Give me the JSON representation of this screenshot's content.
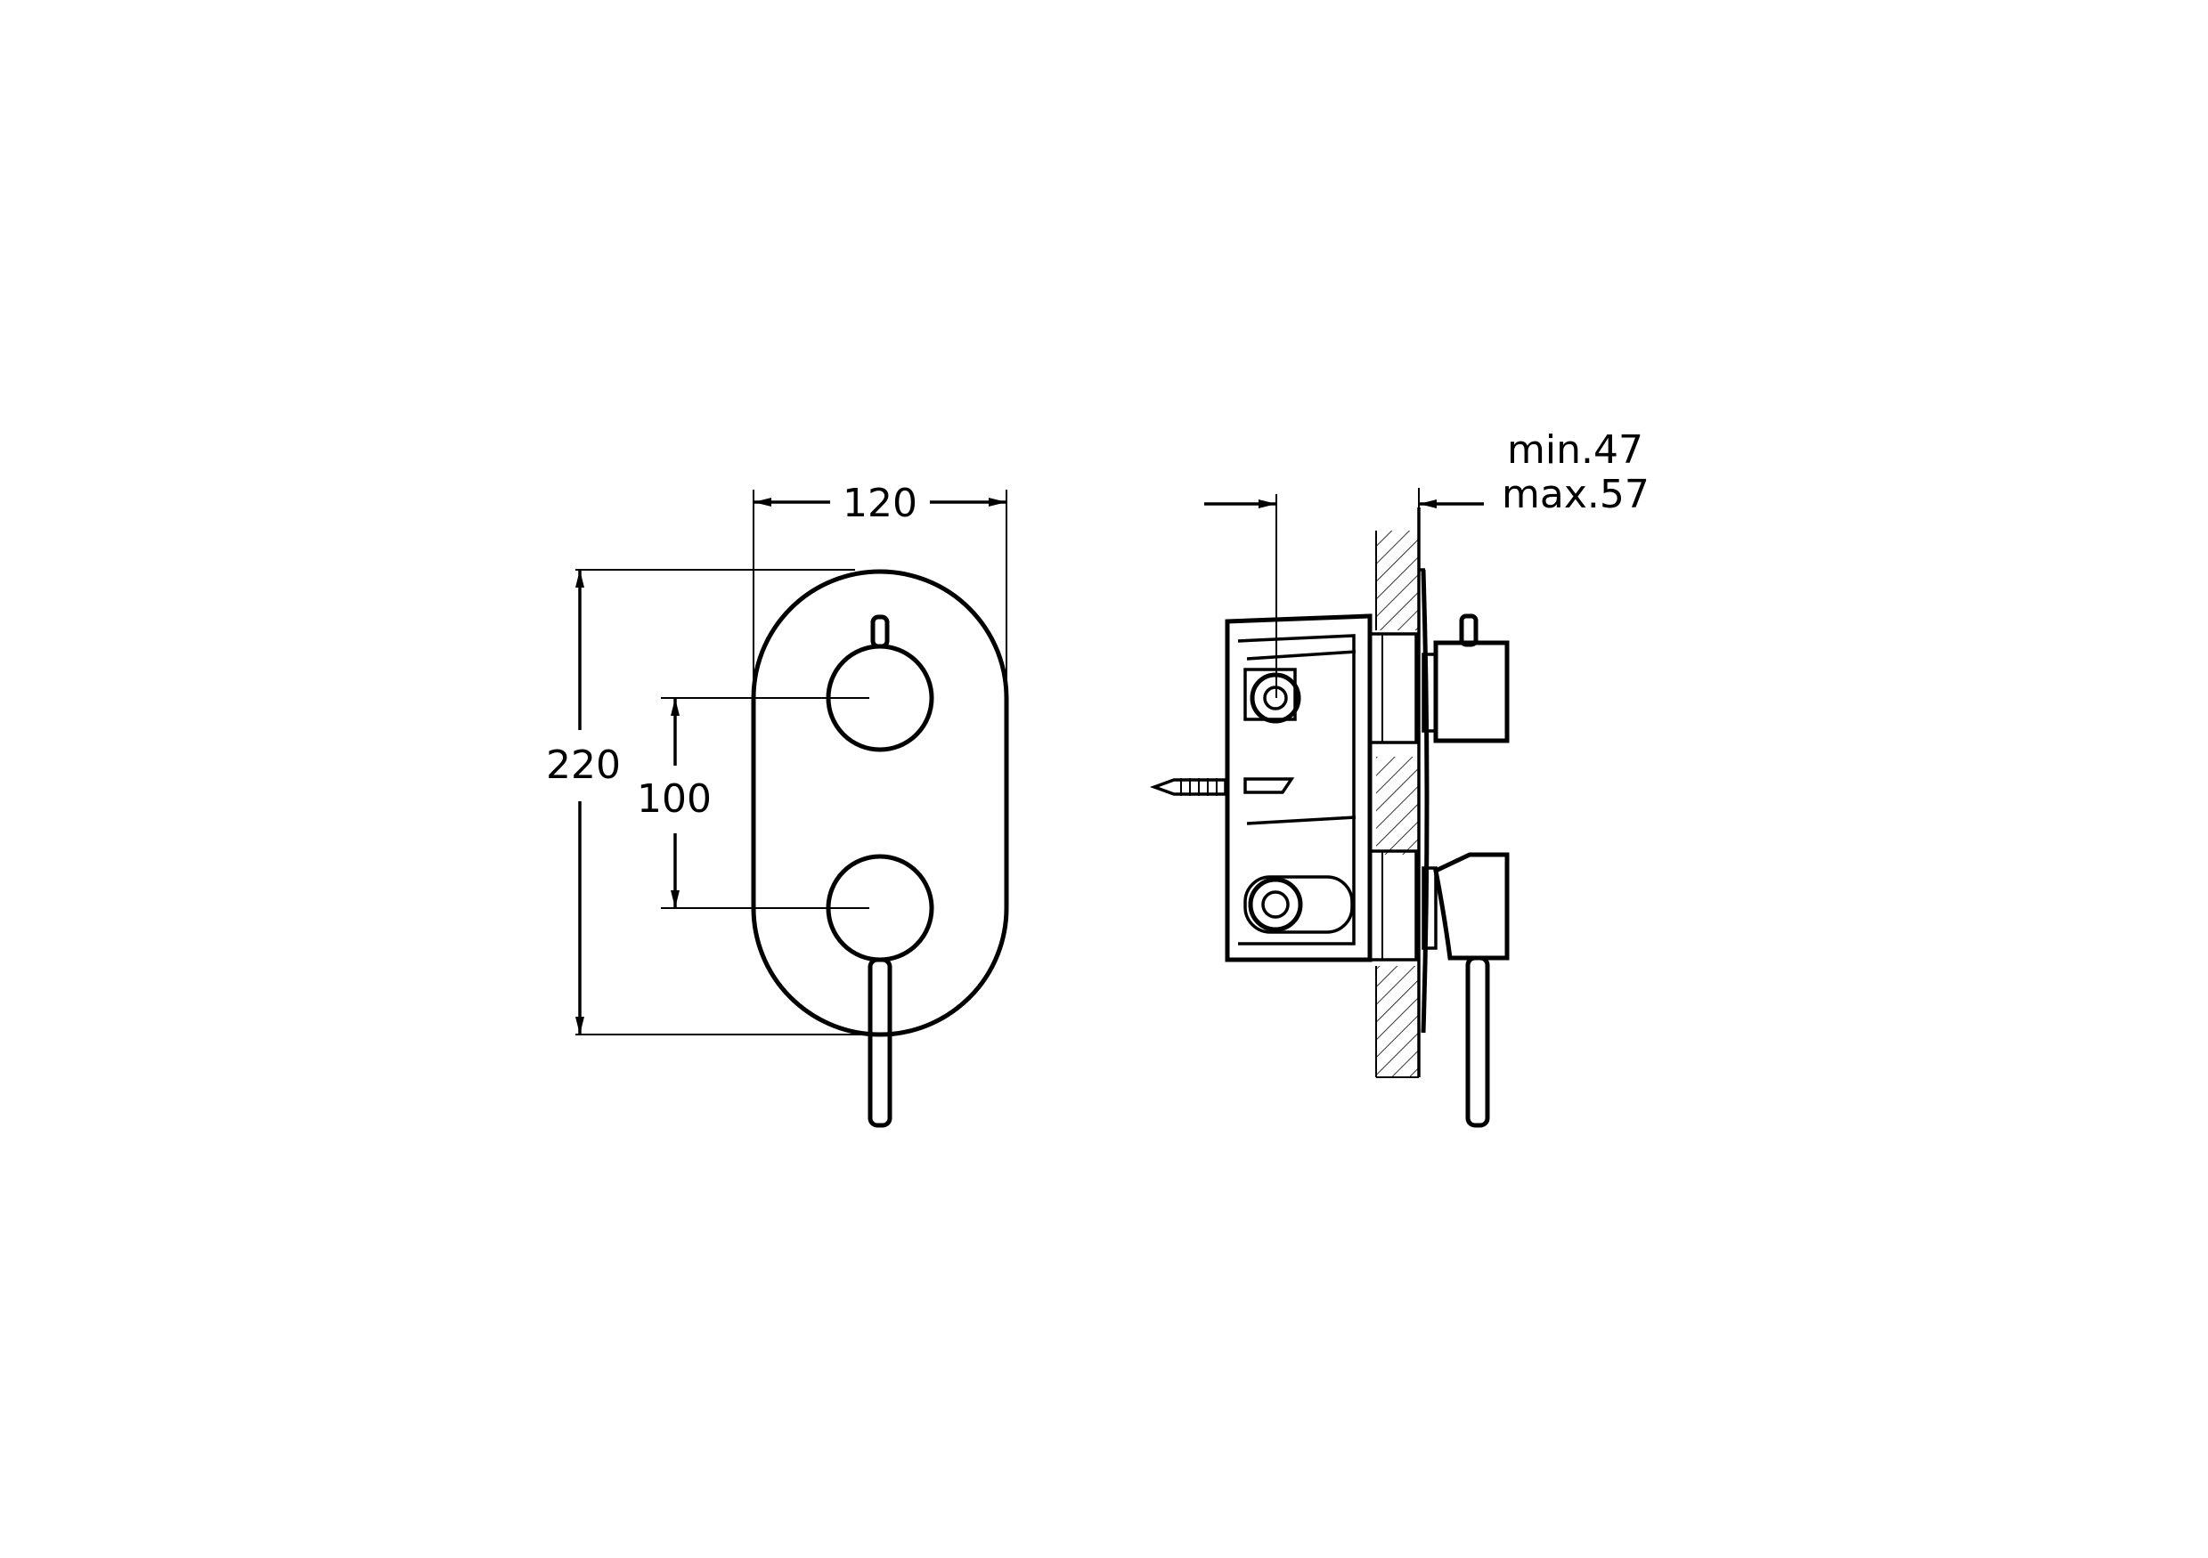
{
  "front_view": {
    "width_label": "120",
    "height_label": "220",
    "spacing_label": "100"
  },
  "side_view": {
    "depth_min_label": "min.47",
    "depth_max_label": "max.57"
  },
  "colors": {
    "line": "#000000",
    "background": "#ffffff"
  }
}
